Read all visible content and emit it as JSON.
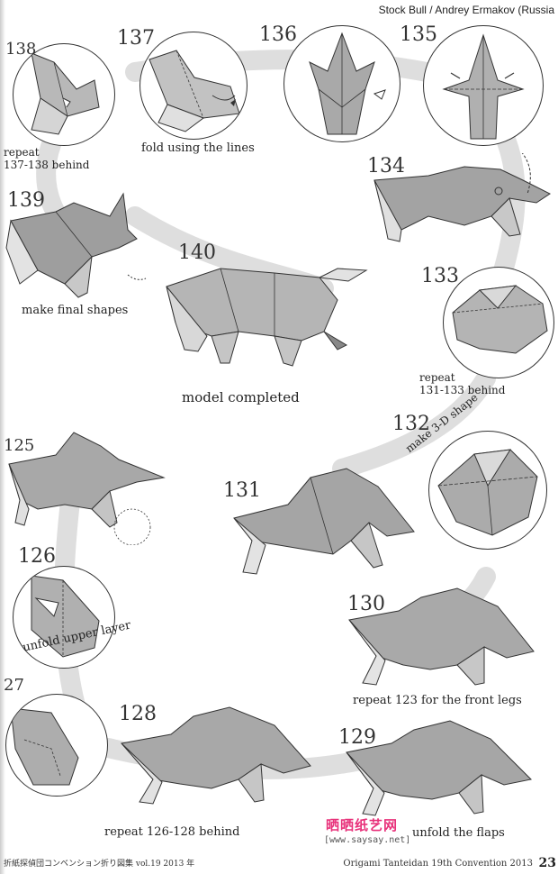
{
  "header": {
    "title": "Stock Bull / Andrey Ermakov (Russia"
  },
  "steps": {
    "s125": "125",
    "s126": "126",
    "s127": "27",
    "s128": "128",
    "s129": "129",
    "s130": "130",
    "s131": "131",
    "s132": "132",
    "s133": "133",
    "s134": "134",
    "s135": "135",
    "s136": "136",
    "s137": "137",
    "s138": "138",
    "s139": "139",
    "s140": "140"
  },
  "captions": {
    "repeat_137_138": "repeat\n137-138 behind",
    "fold_using_lines": "fold using the lines",
    "make_final_shapes": "make final shapes",
    "model_completed": "model completed",
    "repeat_131_133": "repeat\n131-133 behind",
    "make_3d_shape": "make 3-D shape",
    "unfold_upper_layer": "unfold upper layer",
    "repeat_123": "repeat 123 for the front legs",
    "repeat_126_128": "repeat 126-128 behind",
    "unfold_the_flaps": "unfold the flaps"
  },
  "footer": {
    "left": "折紙探偵団コンベンション折り図集 vol.19 2013 年",
    "right": "Origami Tanteidan 19th Convention 2013",
    "page": "23"
  },
  "watermark": {
    "brand": "晒晒纸艺网",
    "url": "[www.saysay.net]"
  },
  "colors": {
    "paper_gray": "#a8a8a8",
    "paper_light": "#e6e6e6",
    "ink": "#333333",
    "path": "#dedede"
  }
}
